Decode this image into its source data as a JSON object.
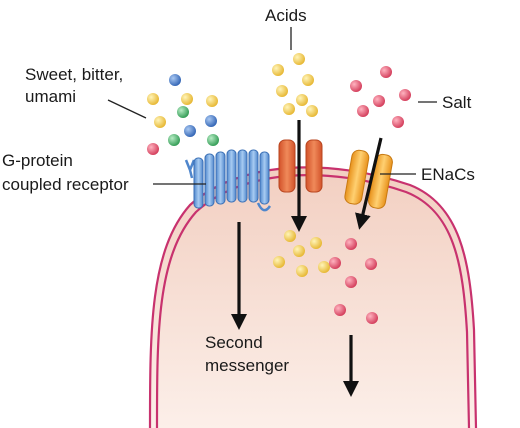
{
  "labels": {
    "sweet_line1": "Sweet, bitter,",
    "sweet_line2": "umami",
    "acids": "Acids",
    "salt": "Salt",
    "gpcr_line1": "G-protein",
    "gpcr_line2": "coupled receptor",
    "enacs": "ENaCs",
    "second_line1": "Second",
    "second_line2": "messenger"
  },
  "colors": {
    "cell_fill_top": "#f4d4c8",
    "cell_fill_bottom": "#fbece6",
    "membrane": "#c8326e",
    "yellow_molecule": "#f2c94c",
    "red_molecule": "#e0506a",
    "blue_molecule": "#3f78c8",
    "green_molecule": "#4cb86e",
    "gpcr": "#6fa3dc",
    "acid_channel": "#e8663a",
    "enac_channel": "#f3a935",
    "arrow": "#111111"
  }
}
